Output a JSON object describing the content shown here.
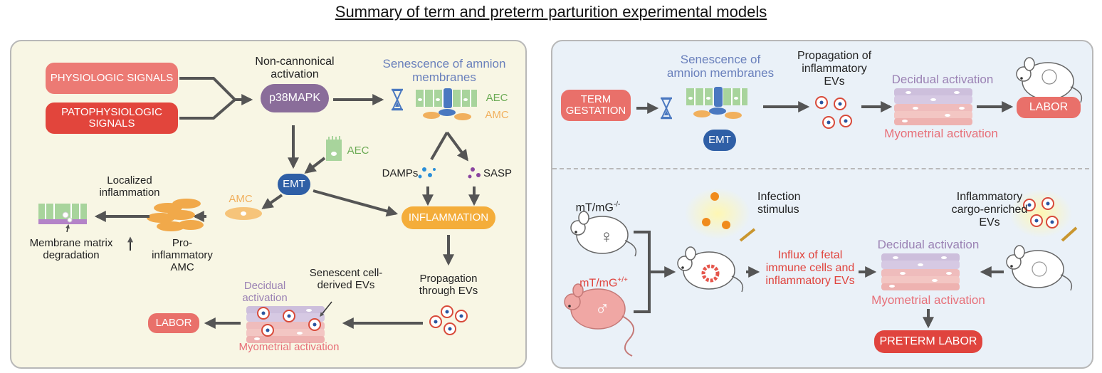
{
  "title": "Summary of term and preterm parturition experimental models",
  "colors": {
    "left_bg": "#f8f6e4",
    "right_bg": "#eaf1f8",
    "signal_pink": "#ec7a74",
    "signal_red": "#e2453c",
    "p38_purple": "#8a6d9a",
    "emt_blue": "#2f5fa6",
    "inflammation_orange": "#f4ad3a",
    "labor_salmon": "#e9706a",
    "aec_green": "#6cab55",
    "amc_orange": "#f1b05d",
    "senescence_blue": "#6a80bc",
    "decidual_purple": "#9b82b4",
    "myometrial_pink": "#e76f78",
    "influx_red": "#e0443e",
    "arrow_gray": "#555555"
  },
  "left": {
    "physiologic_signals": "PHYSIOLOGIC SIGNALS",
    "patophysiologic_signals": "PATOPHYSIOLOGIC SIGNALS",
    "non_canonical_activation": "Non-cannonical activation",
    "p38mapk": "p38MAPK",
    "senescence": "Senescence of amnion membranes",
    "aec": "AEC",
    "amc": "AMC",
    "aec_cell": "AEC",
    "damps": "DAMPs",
    "sasp": "SASP",
    "emt": "EMT",
    "amc_cell": "AMC",
    "localized_inflammation": "Localized inflammation",
    "membrane_degradation": "Membrane matrix degradation",
    "pro_inflammatory_amc": "Pro-inflammatory AMC",
    "inflammation": "INFLAMMATION",
    "propagation_evs": "Propagation through EVs",
    "senescent_evs": "Senescent cell-derived EVs",
    "decidual_activation": "Decidual activation",
    "myometrial_activation": "Myometrial activation",
    "labor": "LABOR"
  },
  "right": {
    "term_gestation": "TERM GESTATION",
    "senescence": "Senescence of amnion membranes",
    "emt": "EMT",
    "propagation_inflammatory_evs": "Propagation of inflammatory EVs",
    "decidual_activation": "Decidual activation",
    "myometrial_activation": "Myometrial activation",
    "labor": "LABOR",
    "mtmg_minus": "mT/mG",
    "mtmg_minus_sup": "-/-",
    "female_symbol": "♀",
    "mtmg_plus": "mT/mG",
    "mtmg_plus_sup": "+/+",
    "male_symbol": "♂",
    "infection_stimulus": "Infection stimulus",
    "influx": "Influx of fetal immune cells and inflammatory EVs",
    "inflammatory_cargo": "Inflammatory cargo-enriched EVs",
    "decidual_activation_2": "Decidual activation",
    "myometrial_activation_2": "Myometrial activation",
    "preterm_labor": "PRETERM LABOR"
  }
}
